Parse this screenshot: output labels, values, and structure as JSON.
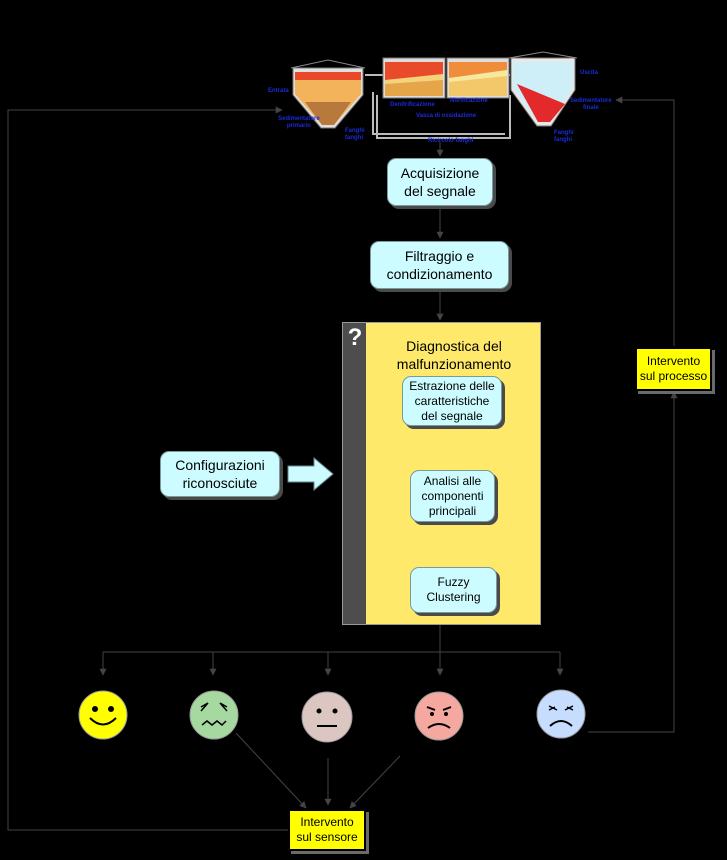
{
  "nodes": {
    "acquisizione": "Acquisizione\ndel segnale",
    "filtraggio": "Filtraggio e\ncondizionamento",
    "diagnostica": "Diagnostica del\nmalfunzionamento",
    "estrazione": "Estrazione delle\ncaratteristiche\ndel segnale",
    "analisi": "Analisi alle\ncomponenti\nprincipali",
    "fuzzy": "Fuzzy\nClustering",
    "configurazioni": "Configurazioni\nriconosciute",
    "intervento_processo": "Intervento\nsul processo",
    "intervento_sensore": "Intervento\nsul sensore",
    "question_mark": "?"
  },
  "plant_labels": {
    "entrata": "Entrata",
    "sedimentatore_primario": "Sedimentatore\nprimario",
    "fango_1": "Fanghi\nfanghi",
    "denitrificazione": "Denitrificazione",
    "nitrificazione": "Nitrificazione",
    "vasca_ossidazione": "Vasca di ossidazione",
    "ricircolo": "Ricircolo fanghi",
    "uscita": "Uscita",
    "sedimentatore_finale": "Sedimentatore\nfinale",
    "fango_2": "Fanghi\nfanghi"
  },
  "faces": [
    {
      "name": "very-happy",
      "color": "#ffff00"
    },
    {
      "name": "worried",
      "color": "#a6d9a0"
    },
    {
      "name": "neutral",
      "color": "#dcc6c2"
    },
    {
      "name": "frowning",
      "color": "#f5a8a0"
    },
    {
      "name": "sad",
      "color": "#c6ddff"
    }
  ],
  "colors": {
    "process_box": "#ccfcff",
    "diagnostics_panel": "#ffe96b",
    "action_box": "#ffff00"
  }
}
